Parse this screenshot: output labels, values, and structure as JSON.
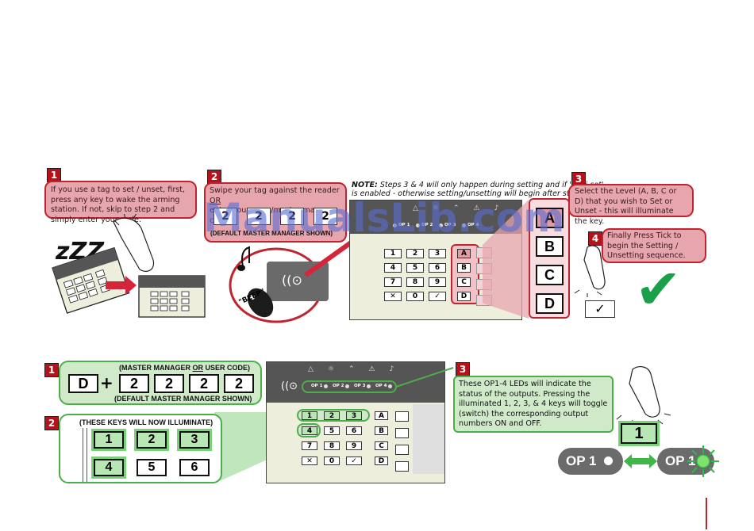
{
  "top": {
    "step1": {
      "num": "1",
      "text": "If you use a tag to set / unset, first, press any key to wake the arming station. If not, skip to step 2 and simply enter your code."
    },
    "step2": {
      "num": "2",
      "line1": "Swipe your tag against the reader ",
      "or": "OR",
      "line2": "enter your user /master manager code",
      "code": [
        "2",
        "2",
        "2",
        "2"
      ],
      "caption": "(DEFAULT MASTER MANAGER SHOWN)"
    },
    "note": {
      "label": "NOTE:",
      "text1": " Steps 3 & 4 will only happen during setting and if 'flexi-set'",
      "text2": "is enabled - otherwise setting/unsetting will begin after step 2"
    },
    "step3": {
      "num": "3",
      "text": "Select the Level (A, B, C or D) that you wish to Set or Unset - this will illuminate the key."
    },
    "step4": {
      "num": "4",
      "text": "Finally Press Tick to begin the Setting / Unsetting sequence."
    },
    "sleep_z": "zZZ",
    "beep": "\"BEEP\"",
    "level_keys": [
      "A",
      "B",
      "C",
      "D"
    ],
    "tick": "✓",
    "big_tick": "✔"
  },
  "keypad": {
    "keys": [
      [
        "1",
        "2",
        "3"
      ],
      [
        "4",
        "5",
        "6"
      ],
      [
        "7",
        "8",
        "9"
      ],
      [
        "✕",
        "0",
        "✓"
      ]
    ],
    "letters": [
      "A",
      "B",
      "C",
      "D"
    ],
    "op_labels": [
      "OP 1",
      "OP 2",
      "OP 3",
      "OP 4"
    ]
  },
  "bottom": {
    "step1": {
      "num": "1",
      "caption_top_a": "(MASTER MANAGER ",
      "caption_or": "OR",
      "caption_top_b": " USER CODE)",
      "key": "D",
      "plus": "+",
      "code": [
        "2",
        "2",
        "2",
        "2"
      ],
      "caption_bottom": "(DEFAULT MASTER MANAGER SHOWN)"
    },
    "step2": {
      "num": "2",
      "caption": "(THESE KEYS WILL NOW ILLUMINATE)",
      "keys": [
        "1",
        "2",
        "3",
        "4",
        "5",
        "6"
      ]
    },
    "step3": {
      "num": "3",
      "text": "These OP1-4 LEDs will indicate the status of the outputs. Pressing the illuminated 1, 2, 3, & 4 keys will toggle (switch) the corresponding output numbers ON and OFF."
    },
    "key_1": "1",
    "op_left": "OP 1",
    "op_right": "OP 1"
  },
  "watermark": "ManualsLib.com",
  "colors": {
    "red": "#c0242f",
    "pink": "#e7a5ad",
    "green": "#4cae4a",
    "lightgreen": "#cfe9c9",
    "gray": "#6b6b6b",
    "tickgreen": "#1aa04a"
  }
}
